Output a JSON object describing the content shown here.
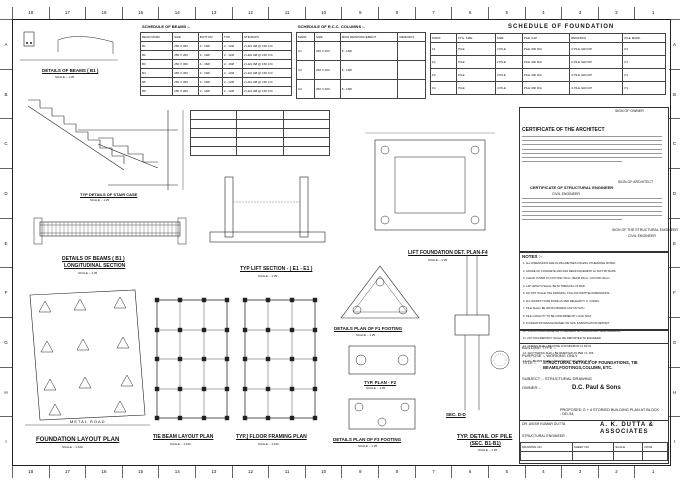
{
  "grid": {
    "top_numbers": [
      "18",
      "17",
      "16",
      "15",
      "14",
      "13",
      "12",
      "11",
      "10",
      "9",
      "8",
      "7",
      "6",
      "5",
      "4",
      "3",
      "2",
      "1"
    ],
    "side_letters": [
      "A",
      "B",
      "C",
      "D",
      "E",
      "F",
      "G",
      "H",
      "I"
    ]
  },
  "schedules": {
    "beams_title": "SCHEDULE OF BEAMS :-",
    "columns_title": "SCHEDULE OF R.C.C. COLUMNS :-",
    "foundation_title": "SCHEDULE OF FOUNDATION",
    "beam_headers": [
      "BEAM MARK",
      "SIZE",
      "BOTTOM",
      "TOP",
      "STIRRUPS"
    ],
    "beam_rows": [
      {
        "mark": "B1",
        "size": "250 X 450",
        "bottom": "3 - 16Ø",
        "top": "2 - 12Ø",
        "stirrups": "2 LEG 8Ø @ 150 C/C"
      },
      {
        "mark": "B2",
        "size": "250 X 450",
        "bottom": "3 - 16Ø",
        "top": "2 - 12Ø",
        "stirrups": "2 LEG 8Ø @ 150 C/C"
      },
      {
        "mark": "B3",
        "size": "250 X 450",
        "bottom": "4 - 16Ø",
        "top": "2 - 16Ø",
        "stirrups": "2 LEG 8Ø @ 150 C/C"
      },
      {
        "mark": "B4",
        "size": "250 X 450",
        "bottom": "3 - 16Ø",
        "top": "2 - 12Ø",
        "stirrups": "2 LEG 8Ø @ 150 C/C"
      },
      {
        "mark": "B5",
        "size": "250 X 450",
        "bottom": "3 - 16Ø",
        "top": "2 - 12Ø",
        "stirrups": "2 LEG 8Ø @ 150 C/C"
      },
      {
        "mark": "B6",
        "size": "250 X 450",
        "bottom": "3 - 16Ø",
        "top": "2 - 12Ø",
        "stirrups": "2 LEG 8Ø @ 150 C/C"
      }
    ],
    "column_headers": [
      "MARK",
      "SIZE",
      "MAIN REINFORCEMENT",
      "REMARKS"
    ],
    "column_rows": [
      {
        "mark": "C1",
        "size": "250 X 400",
        "main": "8 - 16Ø",
        "remarks": ""
      },
      {
        "mark": "C2",
        "size": "250 X 400",
        "main": "8 - 16Ø",
        "remarks": ""
      },
      {
        "mark": "C3",
        "size": "250 X 400",
        "main": "8 - 16Ø",
        "remarks": ""
      }
    ],
    "foundation_headers": [
      "MARK",
      "FTG. SIZE",
      "SIZE",
      "PILE CAP",
      "REMARKS",
      "PILE MARK"
    ],
    "foundation_rows": [
      {
        "mark": "F1",
        "ftg": "PILE",
        "size": "3 PILE",
        "cap": "PILE 300 DIA",
        "remarks": "3 PILE GROUP",
        "pile": "P1"
      },
      {
        "mark": "F2",
        "ftg": "PILE",
        "size": "2 PILE",
        "cap": "PILE 300 DIA",
        "remarks": "2 PILE GROUP",
        "pile": "P1"
      },
      {
        "mark": "F3",
        "ftg": "PILE",
        "size": "3 PILE",
        "cap": "PILE 300 DIA",
        "remarks": "3 PILE GROUP",
        "pile": "P1"
      },
      {
        "mark": "F4",
        "ftg": "PILE",
        "size": "4 PILE",
        "cap": "PILE 300 DIA",
        "remarks": "4 PILE GROUP",
        "pile": "P1"
      }
    ]
  },
  "drawings": {
    "beam_detail": "DETAILS OF BEAMS ( B1 )",
    "stair": "TYP DETAILS OF STAIR CASE",
    "beam_long": "DETAILS OF BEAMS ( B1 )",
    "beam_long_sub": "LONGITUDINAL SECTION",
    "lift": "TYP LIFT SECTION - ( E1 - E1 )",
    "lift_plan": "LIFT FOUNDATION DET. PLAN-F4",
    "foundation_layout": "FOUNDATION LAYOUT PLAN",
    "tie_beam": "TIE BEAM LAYOUT PLAN",
    "floor_framing": "TYP.] FLOOR FRAMING PLAN",
    "f1_plan": "DETAILS PLAN OF F1 FOOTING",
    "f2_plan": "TYP. PLAN - F2",
    "f3_plan": "DETAILS PLAN OF F3 FOOTING",
    "pile_sec": "SEC. D-D",
    "pile_detail": "TYP. DETAIL OF PILE",
    "pile_detail_sub": "(SEC. B1-B1)",
    "road": "METAL ROAD",
    "scale_1_100": "SCALE :- 1:100",
    "scale_1_50": "SCALE :- 1:50",
    "scale_1_25": "SCALE :- 1:25"
  },
  "certificates": {
    "architect_title": "CERTIFICATE OF THE ARCHITECT",
    "architect_sign": "SIGN OF OWNER",
    "engineer_title": "CERTIFICATE OF STRUCTURAL ENGINEER",
    "engineer_sub": "CIVIL ENGINEER",
    "architect_sign2": "SIGN OF ARCHITECT",
    "engineer_sign": "SIGN OF THE STRUCTURAL ENGINEER",
    "engineer_sign_sub": "CIVIL ENGINEER"
  },
  "notes": {
    "title": "NOTES :-",
    "items": [
      "1.  ALL DIMENSIONS ARE IN MILLIMETRES UNLESS OTHERWISE NOTED.",
      "2.  GRADE OF CONCRETE M20 AND REINFORCEMENT Fe 500 TMT BARS.",
      "3.  CLEAR COVER TO FOOTING 50mm, BEAM 25mm, COLUMN 40mm.",
      "4.  LAP LENGTH SHALL BE 50 TIMES DIA OF BAR.",
      "5.  DO NOT SCALE THE DRAWING, FOLLOW WRITTEN DIMENSIONS.",
      "6.  ALL WORKS TO BE DONE AS PER RELEVANT I.S. CODES.",
      "7.  PILE SHALL BE 300 DIA BORED CAST-IN-SITU.",
      "8.  PILE CAPACITY TO BE CONFIRMED BY LOAD TEST.",
      "9.  FOUNDATION DESIGN BASED ON SOIL INVESTIGATION REPORT.",
      "10. STRUCTURAL DRAWING TO BE READ WITH ARCHITECTURAL DRAWING.",
      "11. ANY DISCREPANCY SHALL BE REPORTED TO ENGINEER.",
      "12. CURING SHALL BE DONE FOR MINIMUM 14 DAYS.",
      "13. SHUTTERING SHALL BE REMOVED AS PER I.S. 456.",
      "14. ALL BEAMS TO BE CAST MONOLITHIC WITH SLAB."
    ]
  },
  "title_block": {
    "building_type": "BUILDING TYPE :-",
    "purpose": "PURPOSE :-   WORKING ONLY",
    "title_label": "TITLE :-",
    "title_value": "STRUCTURAL DETAILS OF FOUNDATIONS, TIE BEAMS,FOOTINGS,COLUMN, ETC.",
    "subject": "SUBJECT :-   STRUCTURAL DRAWING",
    "owner_label": "OWNER :-",
    "owner_name": "D.C. Paul & Sons",
    "project": "PROPOSED G + 4 STORIED BUILDING PLAN AT BLOCK - DD-94,",
    "consultant": "A. K. DUTTA & ASSOCIATES",
    "engineer_name": "DR. ASISH KUMAR DUTTA",
    "engineer_role": "STRUCTURAL ENGINEER",
    "drawing_no_label": "DRAWING NO",
    "sheet_label": "SHEET NO",
    "scale_label": "SCALE",
    "date_label": "DATE"
  }
}
